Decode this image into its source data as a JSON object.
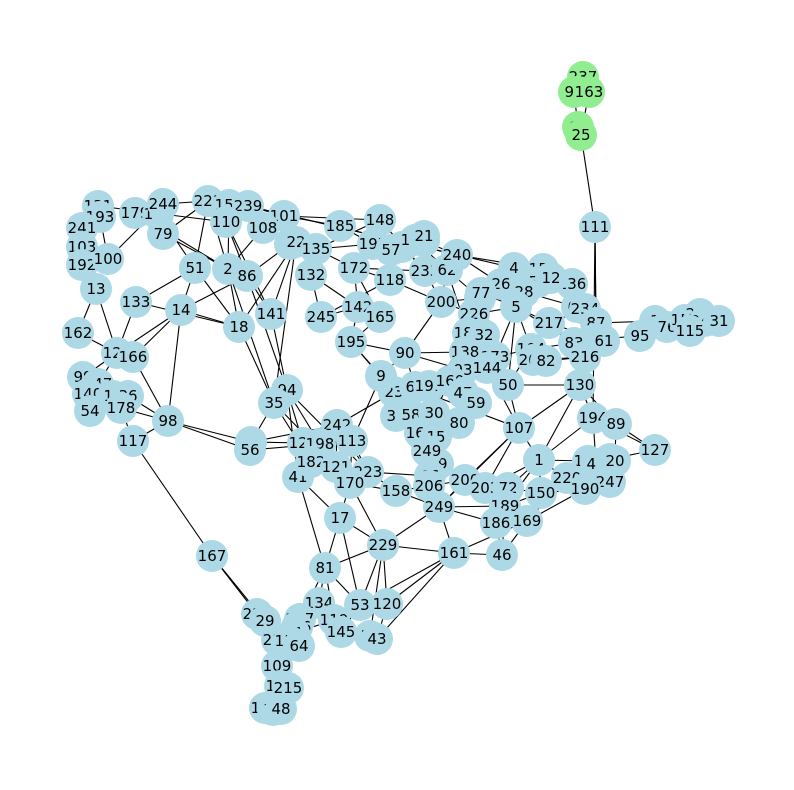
{
  "node_color_default": "#add8e6",
  "node_color_highlight": "#90ee90",
  "nodes": [
    {
      "id": "237",
      "color": "highlight"
    },
    {
      "id": "96",
      "color": "highlight"
    },
    {
      "id": "163",
      "color": "highlight"
    },
    {
      "id": "60",
      "color": "highlight"
    },
    {
      "id": "25",
      "color": "highlight"
    },
    {
      "id": "111"
    },
    {
      "id": "131"
    },
    {
      "id": "193"
    },
    {
      "id": "179"
    },
    {
      "id": "143"
    },
    {
      "id": "244"
    },
    {
      "id": "221"
    },
    {
      "id": "158"
    },
    {
      "id": "239"
    },
    {
      "id": "101"
    },
    {
      "id": "110"
    },
    {
      "id": "241"
    },
    {
      "id": "103"
    },
    {
      "id": "192"
    },
    {
      "id": "100"
    },
    {
      "id": "79"
    },
    {
      "id": "108"
    },
    {
      "id": "42"
    },
    {
      "id": "22"
    },
    {
      "id": "185"
    },
    {
      "id": "148"
    },
    {
      "id": "197"
    },
    {
      "id": "65"
    },
    {
      "id": "57"
    },
    {
      "id": "27"
    },
    {
      "id": "188"
    },
    {
      "id": "21"
    },
    {
      "id": "135"
    },
    {
      "id": "172"
    },
    {
      "id": "118"
    },
    {
      "id": "233"
    },
    {
      "id": "62"
    },
    {
      "id": "240"
    },
    {
      "id": "159"
    },
    {
      "id": "55"
    },
    {
      "id": "136"
    },
    {
      "id": "12"
    },
    {
      "id": "4"
    },
    {
      "id": "26"
    },
    {
      "id": "51"
    },
    {
      "id": "2"
    },
    {
      "id": "86"
    },
    {
      "id": "13"
    },
    {
      "id": "133"
    },
    {
      "id": "14"
    },
    {
      "id": "18"
    },
    {
      "id": "141"
    },
    {
      "id": "132"
    },
    {
      "id": "245"
    },
    {
      "id": "142"
    },
    {
      "id": "165"
    },
    {
      "id": "195"
    },
    {
      "id": "200"
    },
    {
      "id": "102"
    },
    {
      "id": "77"
    },
    {
      "id": "226"
    },
    {
      "id": "28"
    },
    {
      "id": "5"
    },
    {
      "id": "23"
    },
    {
      "id": "67"
    },
    {
      "id": "234"
    },
    {
      "id": "217"
    },
    {
      "id": "87"
    },
    {
      "id": "3"
    },
    {
      "id": "76"
    },
    {
      "id": "152"
    },
    {
      "id": "228"
    },
    {
      "id": "241b"
    },
    {
      "id": "31"
    },
    {
      "id": "115"
    },
    {
      "id": "95"
    },
    {
      "id": "45"
    },
    {
      "id": "61"
    },
    {
      "id": "83"
    },
    {
      "id": "216"
    },
    {
      "id": "187"
    },
    {
      "id": "32"
    },
    {
      "id": "138"
    },
    {
      "id": "173"
    },
    {
      "id": "104"
    },
    {
      "id": "208"
    },
    {
      "id": "82"
    },
    {
      "id": "162"
    },
    {
      "id": "126"
    },
    {
      "id": "166"
    },
    {
      "id": "99"
    },
    {
      "id": "147"
    },
    {
      "id": "140"
    },
    {
      "id": "19"
    },
    {
      "id": "36"
    },
    {
      "id": "54"
    },
    {
      "id": "178"
    },
    {
      "id": "117"
    },
    {
      "id": "98"
    },
    {
      "id": "94"
    },
    {
      "id": "35"
    },
    {
      "id": "9"
    },
    {
      "id": "90"
    },
    {
      "id": "93"
    },
    {
      "id": "144"
    },
    {
      "id": "50"
    },
    {
      "id": "130"
    },
    {
      "id": "68"
    },
    {
      "id": "191"
    },
    {
      "id": "160"
    },
    {
      "id": "47"
    },
    {
      "id": "59"
    },
    {
      "id": "33"
    },
    {
      "id": "58"
    },
    {
      "id": "30"
    },
    {
      "id": "80"
    },
    {
      "id": "242"
    },
    {
      "id": "107"
    },
    {
      "id": "194"
    },
    {
      "id": "89"
    },
    {
      "id": "127"
    },
    {
      "id": "88"
    },
    {
      "id": "56"
    },
    {
      "id": "129"
    },
    {
      "id": "198"
    },
    {
      "id": "113"
    },
    {
      "id": "163b"
    },
    {
      "id": "15"
    },
    {
      "id": "39"
    },
    {
      "id": "249b"
    },
    {
      "id": "41"
    },
    {
      "id": "182"
    },
    {
      "id": "121"
    },
    {
      "id": "223"
    },
    {
      "id": "66"
    },
    {
      "id": "1"
    },
    {
      "id": "167b"
    },
    {
      "id": "40"
    },
    {
      "id": "75"
    },
    {
      "id": "20"
    },
    {
      "id": "220"
    },
    {
      "id": "247"
    },
    {
      "id": "170"
    },
    {
      "id": "158b"
    },
    {
      "id": "206"
    },
    {
      "id": "200b"
    },
    {
      "id": "203"
    },
    {
      "id": "72"
    },
    {
      "id": "150"
    },
    {
      "id": "190"
    },
    {
      "id": "189"
    },
    {
      "id": "17"
    },
    {
      "id": "249"
    },
    {
      "id": "186"
    },
    {
      "id": "169"
    },
    {
      "id": "229"
    },
    {
      "id": "161"
    },
    {
      "id": "46"
    },
    {
      "id": "167"
    },
    {
      "id": "81"
    },
    {
      "id": "134"
    },
    {
      "id": "53"
    },
    {
      "id": "120"
    },
    {
      "id": "224"
    },
    {
      "id": "29"
    },
    {
      "id": "227"
    },
    {
      "id": "119"
    },
    {
      "id": "146"
    },
    {
      "id": "91"
    },
    {
      "id": "213"
    },
    {
      "id": "157"
    },
    {
      "id": "64"
    },
    {
      "id": "145"
    },
    {
      "id": "34"
    },
    {
      "id": "43"
    },
    {
      "id": "109"
    },
    {
      "id": "183"
    },
    {
      "id": "215"
    },
    {
      "id": "124"
    },
    {
      "id": "74"
    },
    {
      "id": "48"
    }
  ]
}
